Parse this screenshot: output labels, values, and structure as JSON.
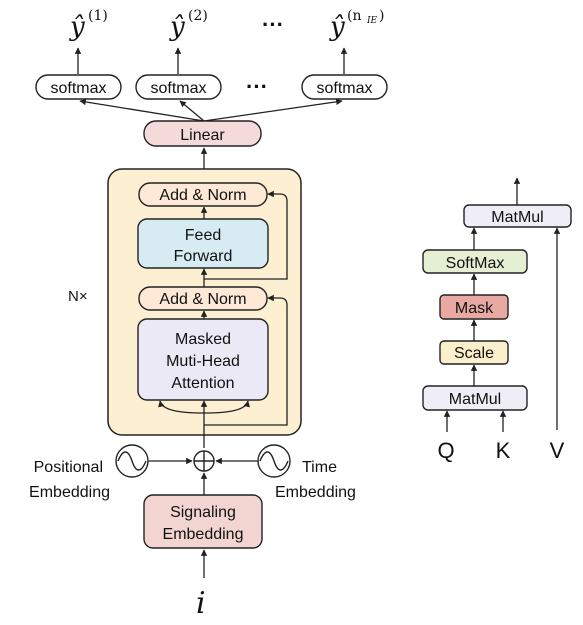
{
  "colors": {
    "block_fill": "#fdf0d2",
    "add_norm_fill": "#fde9d6",
    "feed_forward_fill": "#d7ebf3",
    "attention_fill": "#ebe9f5",
    "linear_fill": "#f4dada",
    "signaling_fill": "#f2d4d0",
    "matmul_fill": "#efedf5",
    "softmax_fill": "#e4efd4",
    "mask_fill": "#e8a9a3",
    "scale_fill": "#fcf0cc",
    "stroke": "#222222"
  },
  "outputs": {
    "y1": "ŷ",
    "y1_sup": "(1)",
    "y2": "ŷ",
    "y2_sup": "(2)",
    "dots": "···",
    "yn": "ŷ",
    "yn_sup": "(n",
    "yn_sub": "IE",
    "yn_close": ")"
  },
  "softmax_row": {
    "box1": "softmax",
    "box2": "softmax",
    "dots": "···",
    "box3": "softmax"
  },
  "linear": "Linear",
  "decoder_block": {
    "repeat_label": "N×",
    "add_norm_top": "Add & Norm",
    "feed_forward_line1": "Feed",
    "feed_forward_line2": "Forward",
    "add_norm_bottom": "Add & Norm",
    "attention_line1": "Masked",
    "attention_line2": "Muti-Head",
    "attention_line3": "Attention"
  },
  "embeddings": {
    "positional_line1": "Positional",
    "positional_line2": "Embedding",
    "time_line1": "Time",
    "time_line2": "Embedding",
    "signaling_line1": "Signaling",
    "signaling_line2": "Embedding",
    "input": "i"
  },
  "attention_detail": {
    "matmul_top": "MatMul",
    "softmax": "SoftMax",
    "mask": "Mask",
    "scale": "Scale",
    "matmul_bottom": "MatMul",
    "q": "Q",
    "k": "K",
    "v": "V"
  }
}
